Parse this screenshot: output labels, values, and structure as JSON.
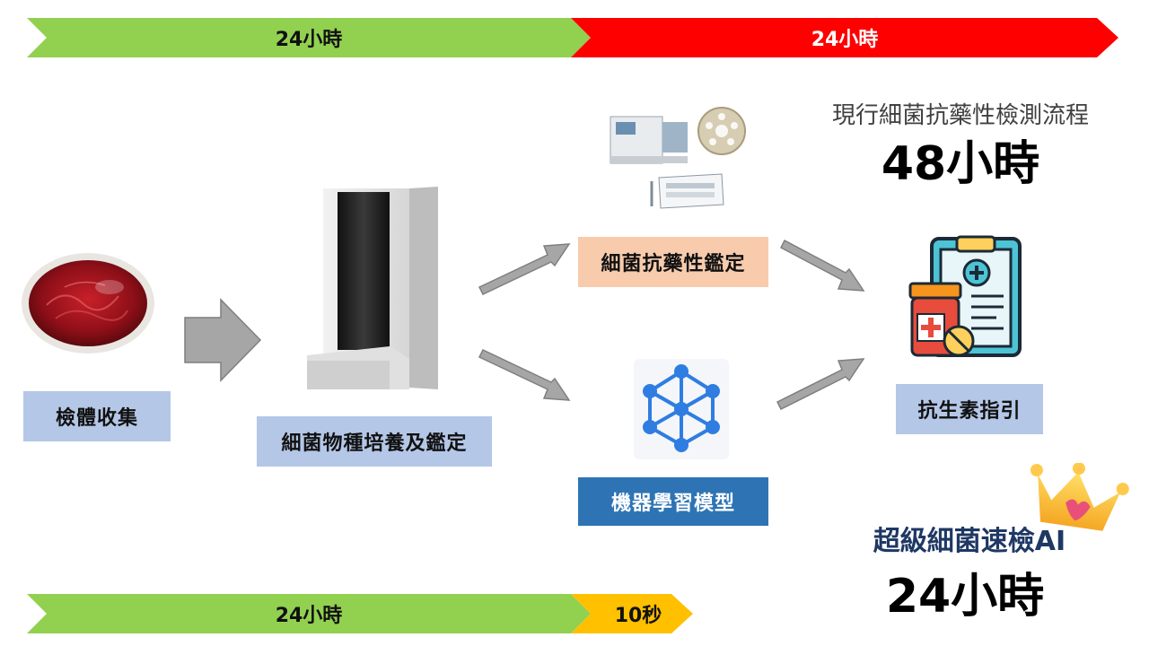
{
  "timeline_top": {
    "left_label": "24小時",
    "right_label": "24小時",
    "left_color": "#92d050",
    "right_color": "#ff0000"
  },
  "timeline_bottom": {
    "left_label": "24小時",
    "right_label": "10秒",
    "left_color": "#92d050",
    "right_color": "#ffc000"
  },
  "steps": {
    "specimen": "檢體收集",
    "culture": "細菌物種培養及鑑定",
    "ast": "細菌抗藥性鑑定",
    "ml": "機器學習模型",
    "antibiotic": "抗生素指引"
  },
  "current": {
    "caption": "現行細菌抗藥性檢測流程",
    "time": "48小時"
  },
  "ai": {
    "caption": "超級細菌速檢AI",
    "time": "24小時"
  },
  "icons": {
    "petri_dish": "petri-dish-icon",
    "analyzer": "analyzer-machine-icon",
    "lab_equipment": "lab-equipment-icon",
    "neural_net": "neural-network-icon",
    "prescription": "prescription-clipboard-icon",
    "crown": "crown-icon"
  },
  "colors": {
    "arrow_gray": "#a6a6a6",
    "label_blue": "#b4c7e7",
    "label_peach": "#f8cbad",
    "label_dark_blue": "#2e74b5",
    "ai_caption": "#1f3864"
  }
}
